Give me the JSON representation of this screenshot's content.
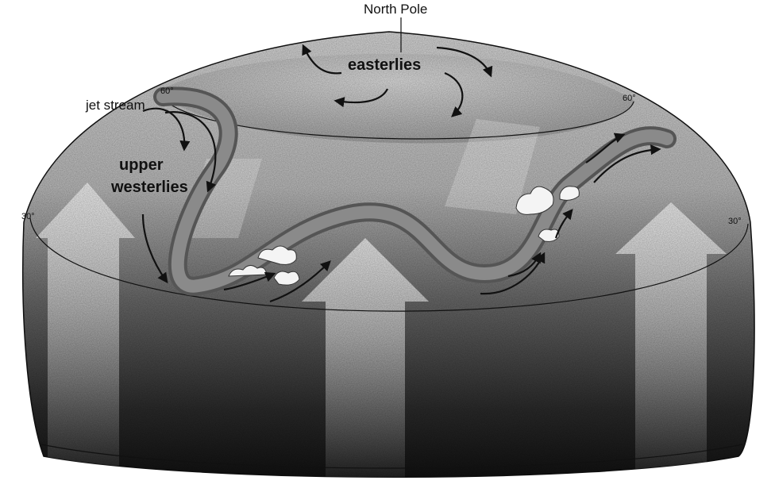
{
  "labels": {
    "north_pole": "North Pole",
    "easterlies": "easterlies",
    "jet_stream": "jet stream",
    "upper_westerlies_line1": "upper",
    "upper_westerlies_line2": "westerlies",
    "lat_60_left": "60°",
    "lat_60_right": "60°",
    "lat_30_left": "30°",
    "lat_30_right": "30°"
  },
  "colors": {
    "jet_stream_band": "#707070",
    "arrow": "#111111",
    "dome_shadow": "#1a1a1a",
    "dome_light": "#e8e8e8"
  }
}
